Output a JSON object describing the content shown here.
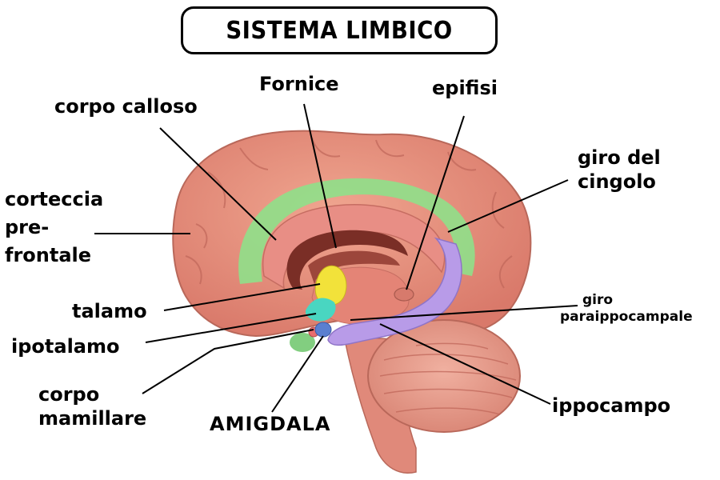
{
  "title": "SISTEMA LIMBICO",
  "labels": {
    "corpo_calloso": "corpo calloso",
    "fornice": "Fornice",
    "epifisi": "epifisi",
    "giro_cingolo_line1": "giro del",
    "giro_cingolo_line2": "cingolo",
    "corteccia_line1": "corteccia",
    "corteccia_line2": "pre-",
    "corteccia_line3": "frontale",
    "talamo": "talamo",
    "ipotalamo": "ipotalamo",
    "giro_para_line1": "giro",
    "giro_para_line2": "paraippocampale",
    "corpo_mamillare_line1": "corpo",
    "corpo_mamillare_line2": "mamillare",
    "amigdala": "AMIGDALA",
    "ippocampo": "ippocampo"
  },
  "colors": {
    "cortex": "#e58f78",
    "cortex_dark": "#c96a55",
    "cingulate": "#8fe08a",
    "corpus_callosum": "#e88e85",
    "fornix": "#7a2e26",
    "thalamus": "#f2e23a",
    "hypothalamus": "#49d6c1",
    "hippocampus": "#b89be8",
    "amygdala": "#5a7fd0",
    "cerebellum": "#e9a090",
    "brainstem": "#e0897a"
  }
}
